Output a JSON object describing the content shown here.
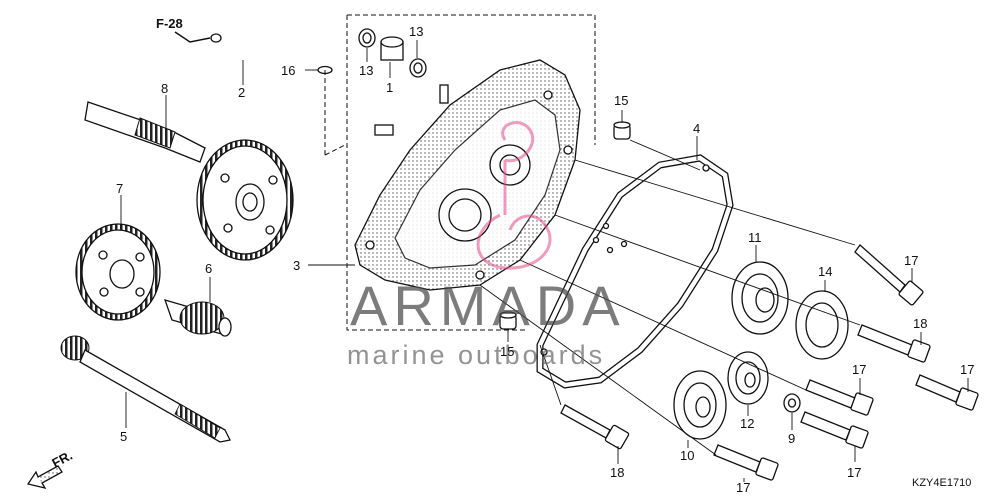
{
  "diagram": {
    "reference_code": "KZY4E1710",
    "front_indicator": "FR.",
    "reference_page": "F-28",
    "watermark": {
      "title": "ARMADA",
      "subtitle": "marine outboards",
      "accent_color": "#e24a8a"
    },
    "callouts": [
      {
        "id": "c2",
        "label": "2"
      },
      {
        "id": "c16",
        "label": "16"
      },
      {
        "id": "c13a",
        "label": "13"
      },
      {
        "id": "c13b",
        "label": "13"
      },
      {
        "id": "c1",
        "label": "1"
      },
      {
        "id": "c8",
        "label": "8"
      },
      {
        "id": "c15a",
        "label": "15"
      },
      {
        "id": "c4",
        "label": "4"
      },
      {
        "id": "c7",
        "label": "7"
      },
      {
        "id": "c6",
        "label": "6"
      },
      {
        "id": "c3",
        "label": "3"
      },
      {
        "id": "c11",
        "label": "11"
      },
      {
        "id": "c14",
        "label": "14"
      },
      {
        "id": "c17a",
        "label": "17"
      },
      {
        "id": "c18a",
        "label": "18"
      },
      {
        "id": "c15b",
        "label": "15"
      },
      {
        "id": "c17b",
        "label": "17"
      },
      {
        "id": "c17c",
        "label": "17"
      },
      {
        "id": "c5",
        "label": "5"
      },
      {
        "id": "c12",
        "label": "12"
      },
      {
        "id": "c9",
        "label": "9"
      },
      {
        "id": "c10",
        "label": "10"
      },
      {
        "id": "c18b",
        "label": "18"
      },
      {
        "id": "c17d",
        "label": "17"
      },
      {
        "id": "c17e",
        "label": "17"
      }
    ]
  }
}
